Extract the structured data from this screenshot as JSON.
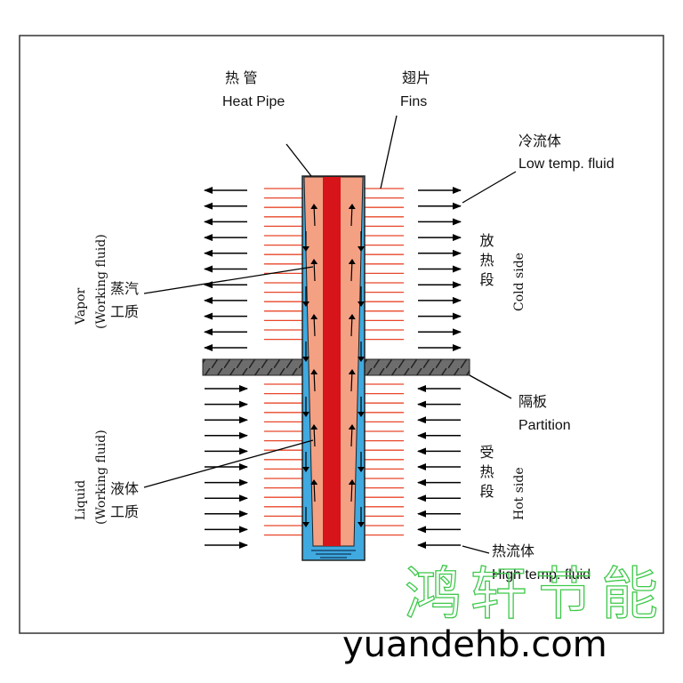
{
  "labels": {
    "heat_pipe_cn": "热 管",
    "heat_pipe_en": "Heat Pipe",
    "fins_cn": "翅片",
    "fins_en": "Fins",
    "low_temp_cn": "冷流体",
    "low_temp_en": "Low temp. fluid",
    "vapor_en_1": "Vapor",
    "vapor_en_2": "(Working fluid)",
    "vapor_cn_1": "蒸汽",
    "vapor_cn_2": "工质",
    "cold_cn": "放热段",
    "cold_en": "Cold side",
    "partition_cn": "隔板",
    "partition_en": "Partition",
    "liquid_en_1": "Liquid",
    "liquid_en_2": "(Working fluid)",
    "liquid_cn_1": "液体",
    "liquid_cn_2": "工质",
    "hot_cn": "受热段",
    "hot_en": "Hot side",
    "high_temp_cn": "热流体",
    "high_temp_en": "High temp. fluid"
  },
  "watermark": {
    "text": "鸿轩节能",
    "site": "yuandehb.com"
  },
  "colors": {
    "liquid": "#3fa9e0",
    "vapor": "#f4a083",
    "core": "#d7141a",
    "fin": "#e8472a",
    "partition": "#6d6d6d",
    "watermark": "#3ec94a"
  }
}
